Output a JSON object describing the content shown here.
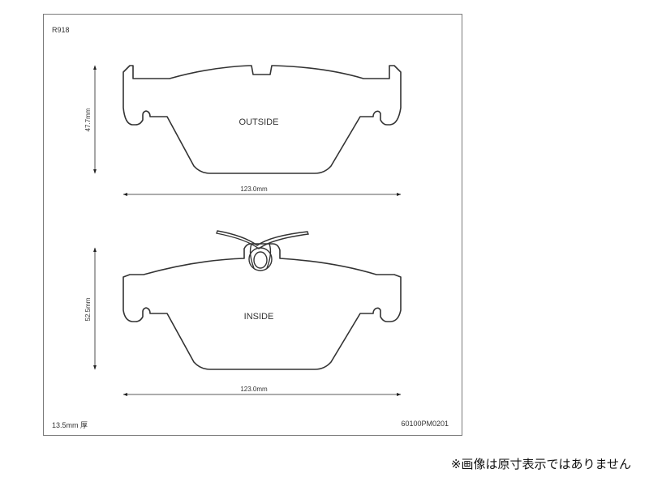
{
  "sheet": {
    "code": "R918",
    "thickness": "13.5mm 厚",
    "part_number": "60100PM0201"
  },
  "outside_pad": {
    "label": "OUTSIDE",
    "height_dim": "47.7mm",
    "width_dim": "123.0mm"
  },
  "inside_pad": {
    "label": "INSIDE",
    "height_dim": "52.5mm",
    "width_dim": "123.0mm"
  },
  "footnote": "※画像は原寸表示ではありません",
  "colors": {
    "outline": "#333333",
    "frame": "#7a7a7a"
  }
}
